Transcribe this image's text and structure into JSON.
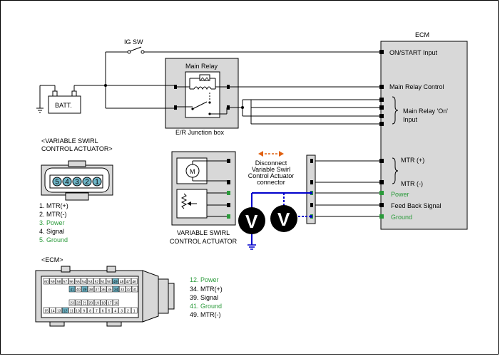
{
  "ig_sw": "IG SW",
  "batt": "BATT.",
  "main_relay": "Main Relay",
  "junction_box": "E/R Junction box",
  "ecm_title": "ECM",
  "ecm_pins": {
    "on_start": "ON/START Input",
    "relay_control": "Main Relay Control",
    "relay_on_1": "Main Relay 'On'",
    "relay_on_2": "Input",
    "mtr_plus": "MTR (+)",
    "mtr_minus": "MTR (-)",
    "power": "Power",
    "feedback": "Feed Back Signal",
    "ground": "Ground"
  },
  "disconnect_note": [
    "Disconnect",
    "Variable Swirl",
    "Control Actuator",
    "connector"
  ],
  "actuator_box_label": [
    "VARIABLE SWIRL",
    "CONTROL ACTUATOR"
  ],
  "actuator_connector_title": [
    "<VARIABLE SWIRL",
    "CONTROL ACTUATOR>"
  ],
  "actuator_pin_numbers": [
    "5",
    "4",
    "3",
    "2",
    "1"
  ],
  "actuator_pins": [
    "1. MTR(+)",
    "2. MTR(-)",
    "3. Power",
    "4. Signal",
    "5. Ground"
  ],
  "motor_symbol": "M",
  "meter_symbol": "V",
  "ecm_connector_title": "<ECM>",
  "ecm_connector_pins": [
    "12. Power",
    "34. MTR(+)",
    "39. Signal",
    "41. Ground",
    "49. MTR(-)"
  ],
  "ecm_connector_top_row": [
    "60",
    "59",
    "58",
    "57",
    "56",
    "55",
    "54",
    "53",
    "52",
    "51",
    "50",
    "49",
    "48",
    "47",
    "46"
  ],
  "ecm_connector_second_row": [
    "41",
    "40",
    "39",
    "38",
    "37",
    "36",
    "35",
    "34",
    "33",
    "32",
    "31"
  ],
  "ecm_connector_third_row": [
    "23",
    "22",
    "21",
    "20",
    "19",
    "18",
    "17",
    "16"
  ],
  "ecm_connector_bottom_row": [
    "15",
    "14",
    "13",
    "12",
    "11",
    "10",
    "9",
    "8",
    "7",
    "6",
    "5",
    "4",
    "3",
    "2",
    "1"
  ],
  "colors": {
    "wire": "#000000",
    "probe_wire": "#0000cc",
    "green_label": "#2a9a3a",
    "arrow": "#e06010",
    "pin_fill": "#6fb6c8",
    "junction_box": "#d8d8d8"
  }
}
